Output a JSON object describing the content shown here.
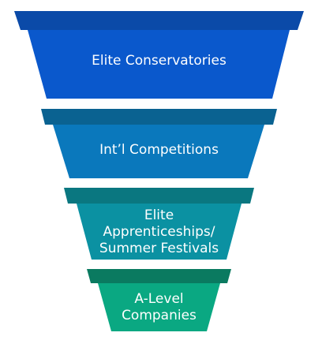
{
  "funnel": {
    "tiers": [
      {
        "label": "Elite Conservatories",
        "band_color": "#0b4aa8",
        "body_color": "#0a58cc"
      },
      {
        "label": "Int’l Competitions",
        "band_color": "#0a6291",
        "body_color": "#0a78bc"
      },
      {
        "label": "Elite\nApprenticeships/\nSummer Festivals",
        "band_color": "#0a7780",
        "body_color": "#0b91a2"
      },
      {
        "label": "A-Level\nCompanies",
        "band_color": "#0a7a60",
        "body_color": "#0aa882"
      }
    ]
  }
}
